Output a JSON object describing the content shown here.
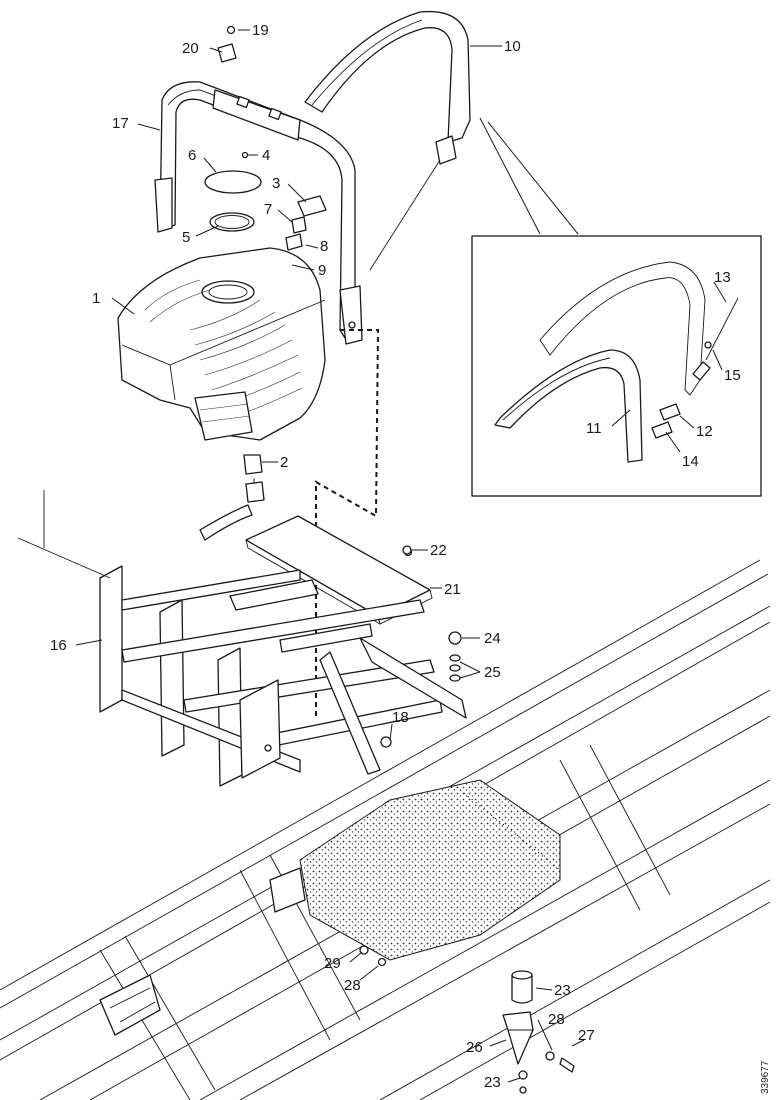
{
  "diagram": {
    "document_number": "339677",
    "callouts": [
      {
        "id": "c1",
        "text": "1"
      },
      {
        "id": "c2",
        "text": "2"
      },
      {
        "id": "c3",
        "text": "3"
      },
      {
        "id": "c4",
        "text": "4"
      },
      {
        "id": "c5",
        "text": "5"
      },
      {
        "id": "c6",
        "text": "6"
      },
      {
        "id": "c7",
        "text": "7"
      },
      {
        "id": "c8",
        "text": "8"
      },
      {
        "id": "c9",
        "text": "9"
      },
      {
        "id": "c10",
        "text": "10"
      },
      {
        "id": "c11",
        "text": "11"
      },
      {
        "id": "c12",
        "text": "12"
      },
      {
        "id": "c13",
        "text": "13"
      },
      {
        "id": "c14",
        "text": "14"
      },
      {
        "id": "c15",
        "text": "15"
      },
      {
        "id": "c16",
        "text": "16"
      },
      {
        "id": "c17",
        "text": "17"
      },
      {
        "id": "c18",
        "text": "18"
      },
      {
        "id": "c19",
        "text": "19"
      },
      {
        "id": "c20",
        "text": "20"
      },
      {
        "id": "c21",
        "text": "21"
      },
      {
        "id": "c22",
        "text": "22"
      },
      {
        "id": "c23a",
        "text": "23"
      },
      {
        "id": "c23b",
        "text": "23"
      },
      {
        "id": "c24",
        "text": "24"
      },
      {
        "id": "c25",
        "text": "25"
      },
      {
        "id": "c26",
        "text": "26"
      },
      {
        "id": "c27",
        "text": "27"
      },
      {
        "id": "c28a",
        "text": "28"
      },
      {
        "id": "c28b",
        "text": "28"
      },
      {
        "id": "c29",
        "text": "29"
      }
    ]
  }
}
